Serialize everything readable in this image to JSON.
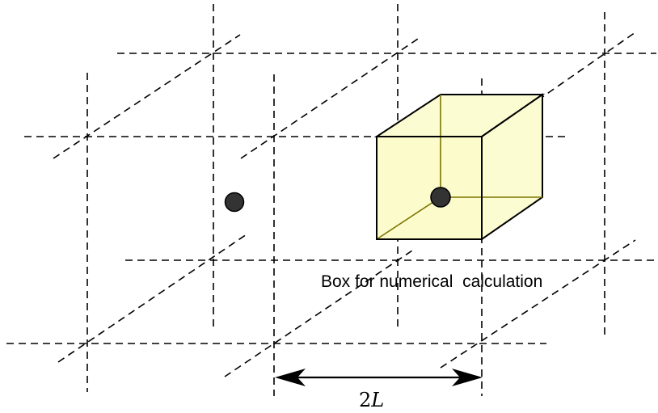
{
  "diagram": {
    "box_label": "Box for numerical  calculation",
    "dimension_label": {
      "number": "2",
      "symbol": "L"
    },
    "colors": {
      "cube_fill": "#fcfcd2",
      "cube_hidden_edges": "#7d7400",
      "particle": "#333333",
      "lines": "#000000"
    },
    "particles": 2,
    "line_style": "dashed"
  }
}
